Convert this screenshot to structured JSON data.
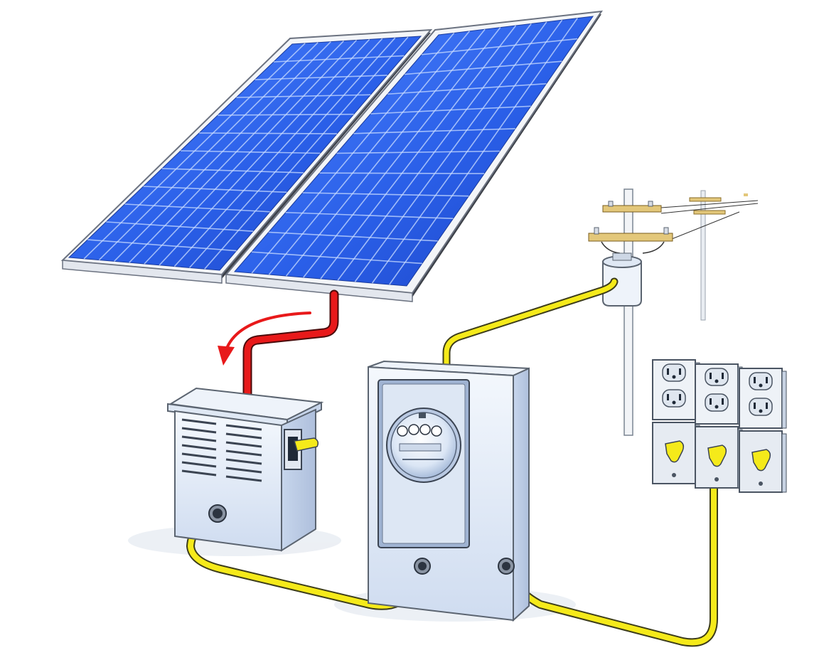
{
  "diagram": {
    "components": [
      {
        "id": "solar-panel-left",
        "kind": "solar panel"
      },
      {
        "id": "solar-panel-right",
        "kind": "solar panel"
      },
      {
        "id": "inverter",
        "kind": "inverter / disconnect box"
      },
      {
        "id": "electric-meter",
        "kind": "utility meter"
      },
      {
        "id": "utility-pole",
        "kind": "power pole"
      },
      {
        "id": "outlets",
        "kind": "outlet and switch array"
      }
    ],
    "connections": [
      {
        "from": "solar-panel-right",
        "to": "inverter",
        "color": "#e8191a"
      },
      {
        "from": "inverter",
        "to": "electric-meter",
        "color": "#f5ea1a"
      },
      {
        "from": "electric-meter",
        "to": "utility-pole",
        "color": "#f5ea1a"
      },
      {
        "from": "electric-meter",
        "to": "outlets",
        "color": "#f5ea1a"
      }
    ],
    "colors": {
      "panel_cell": "#2a5fe8",
      "panel_frame": "#f3f5f8",
      "dc_wire": "#e8191a",
      "ac_wire": "#f5ea1a",
      "box": "#dfe9f6",
      "crossarm": "#e3c77a"
    },
    "arrow": {
      "icon": "curved-down-arrow-icon",
      "color": "#e8191a"
    }
  }
}
